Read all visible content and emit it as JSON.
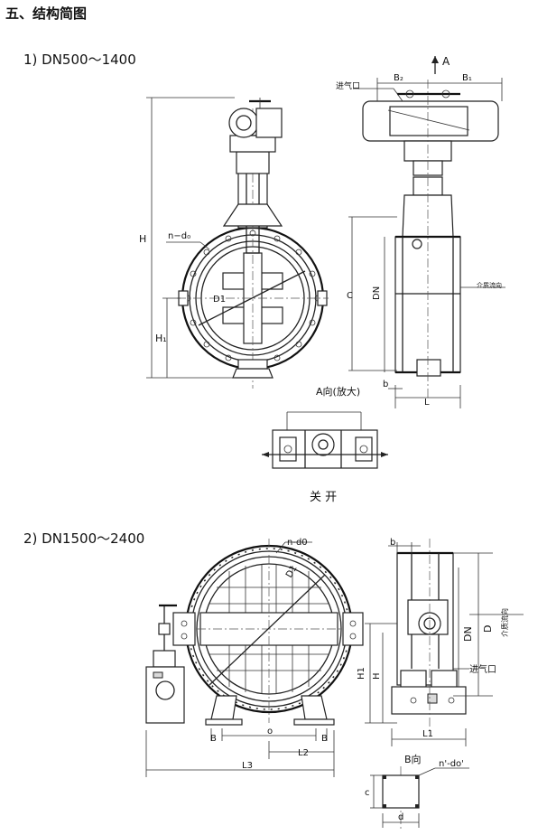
{
  "title": "五、结构简图",
  "section1": {
    "heading": "1) DN500～1400",
    "labels": {
      "H": "H",
      "H1": "H₁",
      "D1": "D1",
      "n_d0": "n−d₀",
      "A_arrow": "A",
      "B2": "B₂",
      "B1": "B₁",
      "air_inlet": "进气口",
      "C": "C",
      "DN": "DN",
      "medium_direction": "介质流向",
      "b": "b",
      "L": "L",
      "view_a": "A向(放大)",
      "close_open": "关  开"
    }
  },
  "section2": {
    "heading": "2) DN1500～2400",
    "labels": {
      "n_d0": "n-d0",
      "D1": "D1",
      "B_left": "B",
      "B_right": "B",
      "o": "o",
      "L2": "L2",
      "L3": "L3",
      "b": "b",
      "medium_direction": "介质流向",
      "DN": "DN",
      "D": "D",
      "H1": "H1",
      "H": "H",
      "air_inlet": "进气口",
      "L1": "L1",
      "view_b": "B向",
      "n_d0_prime": "n'-do'",
      "c": "c",
      "d": "d"
    }
  }
}
